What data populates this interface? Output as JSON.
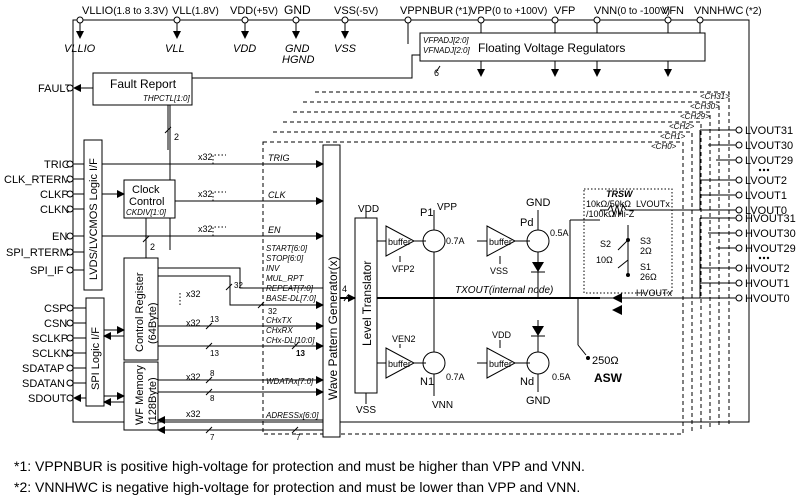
{
  "supplies": {
    "vllio_pin": "VLLIO",
    "vllio_range": "(1.8 to 3.3V)",
    "vllio_node": "VLLIO",
    "vll_pin": "VLL",
    "vll_range": "(1.8V)",
    "vll_node": "VLL",
    "vdd_pin": "VDD",
    "vdd_range": "(+5V)",
    "vdd_node": "VDD",
    "gnd_pin": "GND",
    "gnd_node1": "GND",
    "gnd_node2": "HGND",
    "vss_pin": "VSS",
    "vss_range": "(-5V)",
    "vss_node": "VSS",
    "vppnbur_pin": "VPPNBUR",
    "vppnbur_note": "(*1)",
    "vpp_pin": "VPP",
    "vpp_range": "(0 to +100V)",
    "vfp_pin": "VFP",
    "vnn_pin": "VNN",
    "vnn_range": "(0 to -100V)",
    "vfn_pin": "VFN",
    "vnnhwc_pin": "VNNHWC",
    "vnnhwc_note": "(*2)"
  },
  "left_pins": {
    "fault": "FAULT",
    "trig": "TRIG",
    "clk_rterm": "CLK_RTERM",
    "clkp": "CLKP",
    "clkn": "CLKN",
    "en": "EN",
    "spi_rterm": "SPI_RTERM",
    "spi_if": "SPI_IF",
    "csp": "CSP",
    "csn": "CSN",
    "sclkp": "SCLKP",
    "sclkn": "SCLKN",
    "sdatap": "SDATAP",
    "sdatan": "SDATAN",
    "sdout": "SDOUT"
  },
  "blocks": {
    "fault_report": "Fault Report",
    "thpctl": "THPCTL[1:0]",
    "lvds_logic": "LVDS/LVCMOS Logic I/F",
    "clock_control_1": "Clock",
    "clock_control_2": "Control",
    "ckdiv": "CKDIV[1:0]",
    "control_register_1": "Control Register",
    "control_register_2": "(64Byte)",
    "spi_logic": "SPI Logic I/F",
    "wf_memory_1": "WF Memory",
    "wf_memory_2": "(128Byte)",
    "wave_pattern": "Wave Pattern Generator(x)",
    "level_translator": "Level Translator",
    "floating_regulators": "Floating Voltage Regulators",
    "vfpadj": "VFPADJ[2:0]",
    "vfnadj": "VFNADJ[2:0]"
  },
  "signals": {
    "trig": "TRIG",
    "clk": "CLK",
    "en": "EN",
    "start": "START[6:0]",
    "stop": "STOP[6:0]",
    "inv": "INV",
    "mul_rpt": "MUL_RPT",
    "repeat": "REPEAT[7:0]",
    "base_dl": "BASE-DL[7:0]",
    "chxtx": "CHxTX",
    "chxrx": "CHxRX",
    "chxdl": "CHx-DL[10:0]",
    "wdatax": "WDATAx[7:0]",
    "adressx": "ADRESSx[6:0]"
  },
  "bus": {
    "x32": "x32",
    "n2": "2",
    "n32": "32",
    "n13": "13",
    "n8": "8",
    "n7": "7",
    "n6": "6",
    "n4": "4"
  },
  "channels": [
    "<CH31>",
    "<CH30>",
    "<CH29>",
    "<CH2>",
    "<CH1>",
    "<CH0>"
  ],
  "driver": {
    "vdd": "VDD",
    "vss": "VSS",
    "vpp": "VPP",
    "vnn": "VNN",
    "gnd_top": "GND",
    "gnd_bottom": "GND",
    "p1": "P1",
    "n1": "N1",
    "pd": "Pd",
    "nd": "Nd",
    "buffer": "buffer",
    "vfp2": "VFP2",
    "ven2": "VEN2",
    "vss_buf": "VSS",
    "vdd_buf": "VDD",
    "p1_current": "0.7A",
    "n1_current": "0.7A",
    "pd_current": "0.5A",
    "nd_current": "0.5A",
    "txout": "TXOUT(internal node)",
    "r250": "250Ω",
    "asw": "ASW",
    "trsw": "TRSW",
    "trsw_r1": "10kΩ/50kΩ",
    "trsw_r2": "/100kΩ/Hi-Z",
    "s1": "S1",
    "s1_r": "26Ω",
    "s2": "S2",
    "s2_r": "10Ω",
    "s3": "S3",
    "s3_r": "2Ω",
    "lvoutx": "LVOUTx",
    "hvoutx": "HVOUTx"
  },
  "outputs": {
    "lv": [
      "LVOUT31",
      "LVOUT30",
      "LVOUT29",
      "LVOUT2",
      "LVOUT1",
      "LVOUT0"
    ],
    "hv": [
      "HVOUT31",
      "HVOUT30",
      "HVOUT29",
      "HVOUT2",
      "HVOUT1",
      "HVOUT0"
    ]
  },
  "footnotes": {
    "note1": "*1: VPPNBUR is positive high-voltage for protection and must be higher than VPP and VNN.",
    "note2": "*2: VNNHWC is negative high-voltage for protection and must be lower than VPP and VNN."
  }
}
